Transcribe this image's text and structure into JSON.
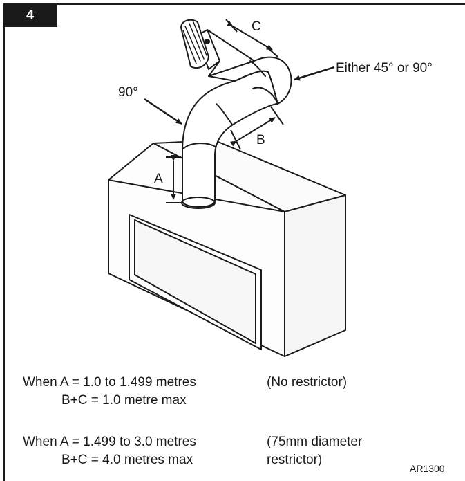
{
  "figure_number": "4",
  "labels": {
    "c": "C",
    "b": "B",
    "a": "A",
    "angle_lower": "90°",
    "angle_upper": "Either 45° or 90°"
  },
  "conditions": [
    {
      "when": "When A = 1.0 to 1.499 metres",
      "limit": "B+C = 1.0 metre max",
      "note_line1": "(No restrictor)",
      "note_line2": ""
    },
    {
      "when": "When A = 1.499 to 3.0 metres",
      "limit": "B+C = 4.0 metres max",
      "note_line1": "(75mm diameter",
      "note_line2": "restrictor)"
    }
  ],
  "figure_code": "AR1300"
}
